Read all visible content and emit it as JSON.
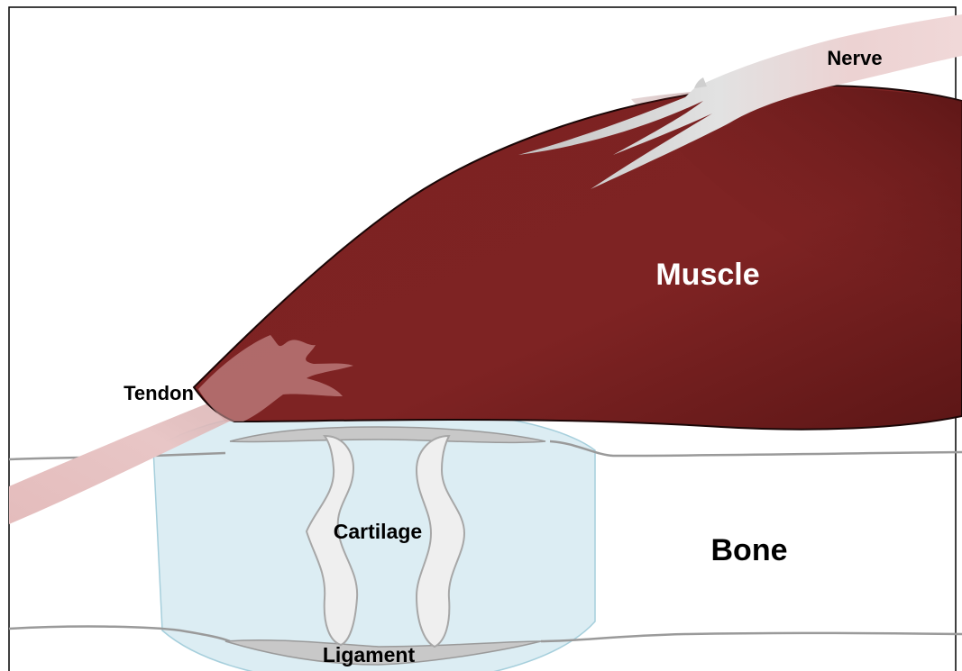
{
  "labels": {
    "nerve": "Nerve",
    "muscle": "Muscle",
    "tendon": "Tendon",
    "cartilage": "Cartilage",
    "bone": "Bone",
    "ligament": "Ligament"
  },
  "colors": {
    "muscle_dark": "#5e1717",
    "muscle_mid": "#7b2222",
    "muscle_light": "#8a2a2a",
    "tendon": "#e6c3c3",
    "nerve": "#d7d7d7",
    "synovial_fluid": "#d9edf3",
    "cartilage": "#f2f2f2",
    "ligament": "#c9c9c9",
    "bone_outline": "#9a9a9a",
    "frame": "#000000"
  }
}
